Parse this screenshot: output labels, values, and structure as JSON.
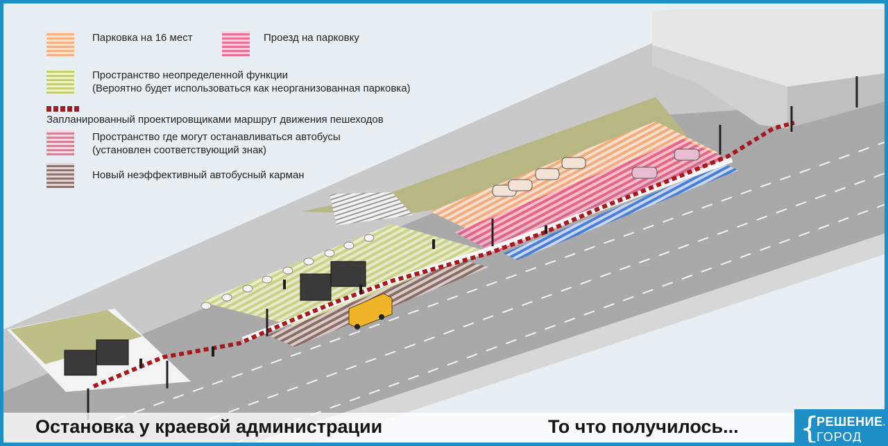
{
  "legend": {
    "parking": "Парковка на 16 мест",
    "driveway": "Проезд на парковку",
    "undefined_space": "Пространство неопределенной функции\n(Вероятно будет использоваться как неорганизованная парковка)",
    "route": "Запланированный проектировщиками маршрут движения пешеходов",
    "bus_stop_space": "Пространство где могут останавливаться автобусы\n(установлен соответствующий знак)",
    "bus_pocket": "Новый неэффективный автобусный карман"
  },
  "titles": {
    "left": "Остановка у краевой администрации",
    "right": "То что получилось..."
  },
  "logo": {
    "line1": "РЕШЕНИЕ.",
    "line2": "ГОРОД"
  },
  "colors": {
    "frame": "#1e8fc6",
    "parking": "#f6b082",
    "driveway": "#ea6f95",
    "undefined": "#c3cf74",
    "bus_stop": "#e8769b",
    "bus_pocket": "#8e7572",
    "route": "#a8191d",
    "bus_lane": "#4a7fd8",
    "minibus": "#f0b429"
  },
  "icons": [
    "bus-shelter-icon",
    "street-lamp-icon",
    "pedestrian-icon",
    "car-icon",
    "minibus-icon",
    "bollard-icon"
  ]
}
